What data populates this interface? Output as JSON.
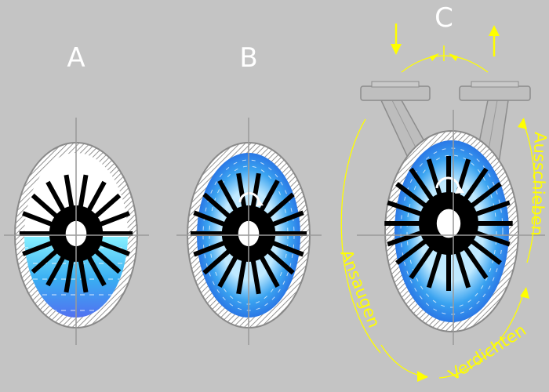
{
  "panels": [
    {
      "label": "A",
      "fill": "partial"
    },
    {
      "label": "B",
      "fill": "ring"
    },
    {
      "label": "C",
      "fill": "ring-ports"
    }
  ],
  "phases": {
    "intake": "Ansaugen",
    "compress": "Verdichten",
    "discharge": "Ausschieben"
  },
  "colors": {
    "background": "#c4c4c4",
    "casing": "#ffffff",
    "hatch": "#7a7a7a",
    "rotor": "#000000",
    "water_light": "#7fe3ff",
    "water_mid": "#3aa3f0",
    "water_deep": "#5566ee",
    "port_metal": "#bdbdbd",
    "annotation": "#ffff00"
  }
}
